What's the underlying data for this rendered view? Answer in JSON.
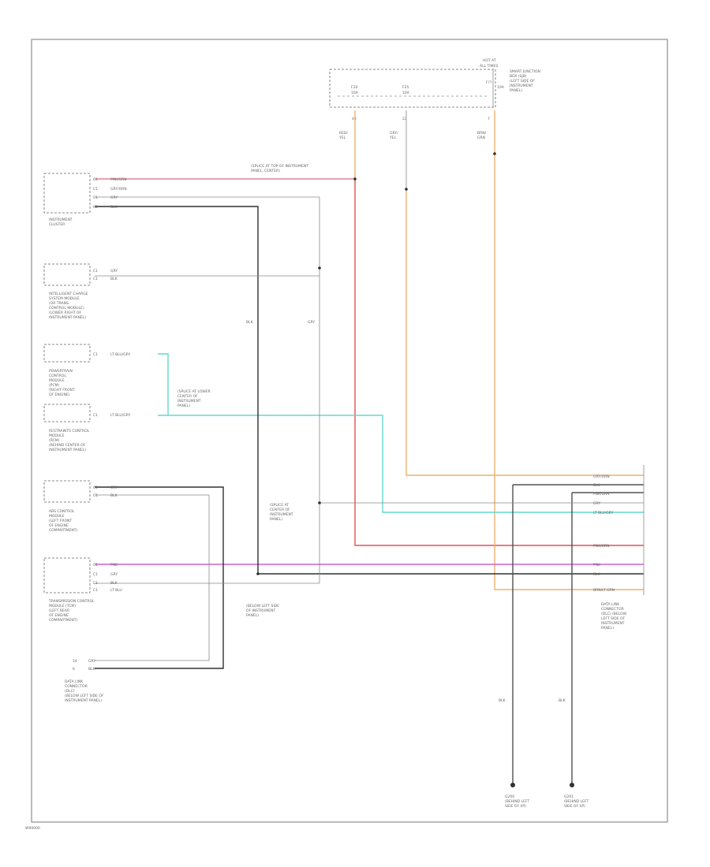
{
  "diagram": {
    "footer_code": "W00000",
    "colors": {
      "pink": "#e8a0b4",
      "red": "#e05050",
      "orange": "#f0b070",
      "cyan": "#60d8d0",
      "magenta": "#d060d0",
      "black": "#303030",
      "gray": "#a8a8a8"
    },
    "top_block": {
      "title_lines": [
        "HOT AT",
        "ALL TIMES"
      ],
      "right_lines": [
        "SMART JUNCTION",
        "BOX (SJB)",
        "(LEFT SIDE OF",
        "INSTRUMENT",
        "PANEL)"
      ],
      "fuse_labels": [
        "F20",
        "F25",
        "F??"
      ],
      "fuse_sublabels": [
        "10A",
        "10A",
        "10A"
      ],
      "pin_labels": [
        "43",
        "22",
        "7"
      ],
      "wire_labels": [
        "RED/",
        "GRY/",
        "BRN/"
      ],
      "wire_sublabels": [
        "YEL",
        "YEL",
        "GRN"
      ]
    },
    "left_components": [
      {
        "name": "INSTRUMENT CLUSTER",
        "lines": [
          "INSTRUMENT",
          "CLUSTER"
        ],
        "pins": [
          "C1",
          "C1",
          "C1",
          "C2"
        ],
        "pin_labels": [
          "PNK/GRN",
          "GRY/ORN",
          "GRY",
          "BLK"
        ]
      },
      {
        "name": "INTELLIGENT CHARGE",
        "lines": [
          "INTELLIGENT CHARGE",
          "SYSTEM MODULE",
          "(OR TRANS.",
          "CONTROL MODULE)",
          "(LOWER RIGHT OF",
          "INSTRUMENT PANEL)"
        ],
        "pins": [
          "C1",
          "C1"
        ],
        "pin_labels": [
          "GRY",
          "BLK"
        ]
      },
      {
        "name": "POWERTRAIN CONTROL",
        "lines": [
          "POWERTRAIN",
          "CONTROL",
          "MODULE",
          "(PCM)",
          "(RIGHT FRONT",
          "OF ENGINE)"
        ],
        "pins": [
          "C1"
        ],
        "pin_labels": [
          "LT BLU/GRY"
        ]
      },
      {
        "name": "RESTRAINTS CONTROL",
        "lines": [
          "RESTRAINTS CONTROL",
          "MODULE",
          "(RCM)",
          "(BEHIND CENTER OF",
          "INSTRUMENT PANEL)"
        ],
        "pins": [
          "C1"
        ],
        "pin_labels": [
          "LT BLU/GRY"
        ]
      },
      {
        "name": "ABS CONTROL",
        "lines": [
          "ABS CONTROL",
          "MODULE",
          "(LEFT FRONT",
          "OF ENGINE",
          "COMPARTMENT)"
        ],
        "pins": [
          "C1",
          "C1"
        ],
        "pin_labels": [
          "GRY",
          "BLK"
        ]
      },
      {
        "name": "TRANSMISSION CONTROL",
        "lines": [
          "TRANSMISSION CONTROL",
          "MODULE (TCM)",
          "(LEFT REAR",
          "OF ENGINE",
          "COMPARTMENT)"
        ],
        "pins": [
          "C1",
          "C1",
          "C1",
          "C1"
        ],
        "pin_labels": [
          "PNK",
          "GRY",
          "BLK",
          "LT BLU"
        ]
      },
      {
        "name": "DATA LINK",
        "lines": [
          "DATA LINK",
          "CONNECTOR",
          "(DLC)",
          "(BELOW LEFT SIDE OF",
          "INSTRUMENT PANEL)"
        ],
        "pins": [
          "14",
          "6"
        ],
        "pin_labels": [
          "GRY",
          "BLK"
        ]
      }
    ],
    "center_labels": {
      "splice_top": [
        "(SPLICE AT TOP OF INSTRUMENT",
        "PANEL, CENTER)"
      ],
      "splice_mid": [
        "(SPLICE AT LOWER",
        "CENTER OF",
        "INSTRUMENT",
        "PANEL)"
      ],
      "splice_low": [
        "(SPLICE AT",
        "CENTER OF",
        "INSTRUMENT",
        "PANEL)"
      ],
      "note_right": [
        "(BELOW LEFT SIDE",
        "OF INSTRUMENT",
        "PANEL)"
      ],
      "wire_gry": "GRY",
      "wire_blk": "BLK"
    },
    "right_connector": {
      "lines": [
        "DATA LINK",
        "CONNECTOR",
        "(DLC) (BELOW",
        "LEFT SIDE OF",
        "INSTRUMENT",
        "PANEL)"
      ],
      "pins": [
        "GRY/ORN",
        "BLK",
        "PNK/GRN",
        "GRY",
        "LT BLU/GRY",
        "PNK/GRN",
        "PNK",
        "BLK",
        "BRN/LT GRN"
      ]
    },
    "grounds": [
      {
        "lines": [
          "G200",
          "(BEHIND LEFT",
          "SIDE OF I/P)"
        ],
        "wire": [
          "BLK"
        ]
      },
      {
        "lines": [
          "G201",
          "(BEHIND LEFT",
          "SIDE OF I/P)"
        ],
        "wire": [
          "BLK"
        ]
      }
    ]
  }
}
